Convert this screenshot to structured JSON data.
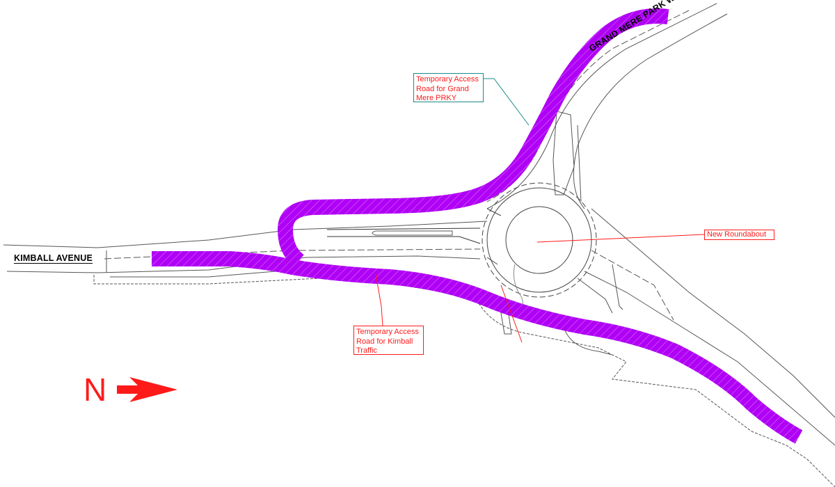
{
  "roads": {
    "kimball": "KIMBALL AVENUE",
    "grand_mere": "GRAND MERE PARK WAY"
  },
  "callouts": {
    "grand_mere_access": "Temporary Access Road for Grand Mere PRKY",
    "roundabout": "New Roundabout",
    "kimball_access": "Temporary Access Road for Kimball Traffic"
  },
  "north_arrow": {
    "label": "N",
    "icon": "north-arrow-icon"
  },
  "colors": {
    "temporary_road": "#b000f5",
    "callout_text": "#ff1a1a",
    "callout_border_teal": "#1a8a8a",
    "callout_border_red": "#ff1a1a",
    "linework": "#444444"
  }
}
